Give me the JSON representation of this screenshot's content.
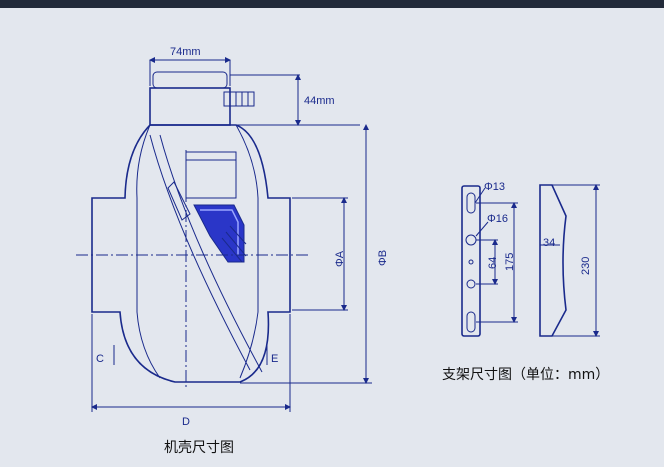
{
  "housing": {
    "dim_top_width": "74mm",
    "dim_box_height": "44mm",
    "dim_inner_diameter": "ΦA",
    "dim_outer_diameter": "ΦB",
    "dim_c": "C",
    "dim_e": "E",
    "dim_d": "D",
    "caption": "机壳尺寸图"
  },
  "bracket": {
    "hole_top": "Φ13",
    "hole_mid": "Φ16",
    "spacing_64": "64",
    "spacing_175": "175",
    "depth_34": "34",
    "height_230": "230",
    "caption": "支架尺寸图（单位：mm）"
  },
  "colors": {
    "line": "#1a2a8c",
    "background": "#e3e7ee",
    "motor_blue": "#2a36c8"
  }
}
